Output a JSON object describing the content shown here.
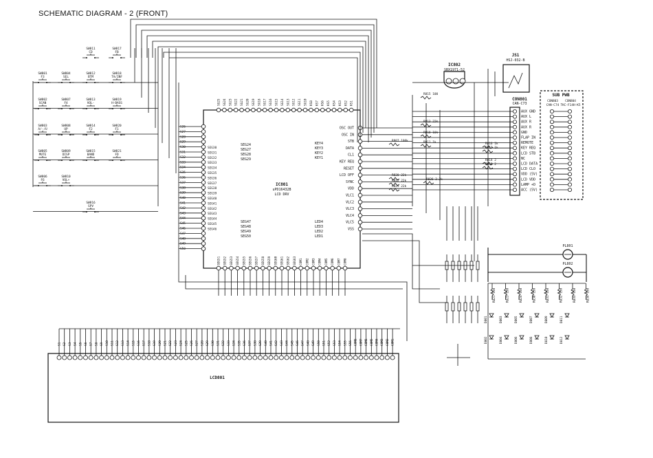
{
  "title": "SCHEMATIC DIAGRAM - 2 (FRONT)",
  "switches": [
    {
      "ref": "SW811",
      "name": "CD"
    },
    {
      "ref": "SW817",
      "name": "FB"
    },
    {
      "ref": "SW801",
      "name": "F3"
    },
    {
      "ref": "SW804",
      "name": "SEL"
    },
    {
      "ref": "SW812",
      "name": "BTM"
    },
    {
      "ref": "SW818",
      "name": "TA/INF"
    },
    {
      "ref": "SW802",
      "name": "SCAN"
    },
    {
      "ref": "SW807",
      "name": "F4"
    },
    {
      "ref": "SW813",
      "name": "VOL-"
    },
    {
      "ref": "SW819",
      "name": "H-BASS"
    },
    {
      "ref": "SW803",
      "name": "A/-/U"
    },
    {
      "ref": "SW808",
      "name": "UP"
    },
    {
      "ref": "SW814",
      "name": "F2"
    },
    {
      "ref": "SW820",
      "name": "F1"
    },
    {
      "ref": "SW805",
      "name": "MUTE"
    },
    {
      "ref": "SW809",
      "name": "DISP"
    },
    {
      "ref": "SW815",
      "name": "BAND"
    },
    {
      "ref": "SW821",
      "name": "FD"
    },
    {
      "ref": "SW806",
      "name": "F6"
    },
    {
      "ref": "SW810",
      "name": "VOL+"
    },
    {
      "ref": "SW816",
      "name": "SPV"
    }
  ],
  "ic801": {
    "ref": "IC801",
    "part": "uPD16432B",
    "desc": "LCD DRV",
    "top_pins": [
      "SG25",
      "SG24",
      "SG23",
      "SG22",
      "SG21",
      "SG20",
      "SG19",
      "SG18",
      "SG17",
      "SG16",
      "SG15",
      "SG14",
      "SG13",
      "SG12",
      "SG11",
      "SG10",
      "KS8",
      "KS7",
      "KS6",
      "KS5",
      "KS4",
      "KS3",
      "KS2",
      "KS1"
    ],
    "left_pins": [
      "S26",
      "S27",
      "S28",
      "S29",
      "S30",
      "S31",
      "S32",
      "S33",
      "S34",
      "S35",
      "S36",
      "S37",
      "S38",
      "S39",
      "S40",
      "S41",
      "S42",
      "S43",
      "S44",
      "S45",
      "S46",
      "S47",
      "S48",
      "S49",
      "S50"
    ],
    "right_pins": [
      "OSC OUT",
      "OSC IN",
      "STB",
      "DATA",
      "CL1",
      "KEY REQ",
      "RESET",
      "LCD OFF",
      "SYNC",
      "VDD",
      "VLC1",
      "VLC2",
      "VLC3",
      "VLC4",
      "VLC5",
      "VSS"
    ],
    "bottom_pins": [
      "SEG51",
      "SEG52",
      "SEG53",
      "SEG54",
      "SEG55",
      "SEG56",
      "SEG57",
      "SEG58",
      "SEG59",
      "SEG60",
      "SEG61",
      "SEG62",
      "SEG63",
      "COM1",
      "COM2",
      "COM3",
      "COM4",
      "COM5",
      "COM6",
      "COM7",
      "COM8"
    ],
    "inner_left": [
      "SEG24",
      "SEG27",
      "SEG28",
      "SEG29"
    ],
    "inner_left2": [
      "SEG47",
      "SEG48",
      "SEG49",
      "SEG50"
    ],
    "inner_right": [
      "KEY4",
      "KEY3",
      "KEY2",
      "KEY1"
    ],
    "inner_right2": [
      "LED4",
      "LED3",
      "LED2",
      "LED1"
    ],
    "left_stack": [
      "SEG30",
      "SEG31",
      "SEG32",
      "SEG33",
      "SEG34",
      "SEG35",
      "SEG36",
      "SEG37",
      "SEG38",
      "SEG39",
      "SEG40",
      "SEG41",
      "SEG42",
      "SEG43",
      "SEG44",
      "SEG45",
      "SEG46"
    ]
  },
  "ic802": {
    "ref": "IC802",
    "part": "SBX1971-52"
  },
  "js1": {
    "ref": "JS1",
    "part": "HSJ-032-B"
  },
  "cn801": {
    "ref": "CON801",
    "part": "CAN-C73",
    "pins": [
      "AUX GND",
      "AUX L",
      "AUX R",
      "AUX R",
      "GND",
      "FLAP IN",
      "REMOTE",
      "KEY REQ",
      "LCD STB",
      "NC",
      "LCD DATA",
      "LCD CLO",
      "VDD (5V)",
      "LCD VDD",
      "LAMP +D",
      "ACC (5V)"
    ]
  },
  "subpwb": {
    "title": "SUB PWB",
    "con803": "CON803",
    "con804": "CON804",
    "con803_part": "CAN-C74",
    "con804_part": "TKC-F14H-K5"
  },
  "resistors": [
    "R815 100",
    "R813 22k",
    "R818 10k",
    "R811 1k",
    "R816 1k",
    "R817 1k",
    "R814 2",
    "R819 2",
    "R820 22k",
    "R822 22k",
    "R829 22k",
    "R826 2.2k",
    "R807 100k"
  ],
  "lamps": [
    "PL801",
    "PL802"
  ],
  "leds_row1": [
    "D801",
    "D803",
    "D805",
    "D807",
    "D809",
    "D811"
  ],
  "leds_row2": [
    "D802",
    "D804",
    "D806",
    "D808",
    "D810",
    "D812"
  ],
  "led_res": [
    "R821 150",
    "R823 150",
    "R824 150",
    "R830 150",
    "R831 150",
    "R832 150",
    "R833 150",
    "R834 150"
  ],
  "lcd": {
    "ref": "LCD801",
    "pins": [
      "S1",
      "S2",
      "S3",
      "S4",
      "S5",
      "S6",
      "S7",
      "S8",
      "S9",
      "S10",
      "S11",
      "S12",
      "S13",
      "S14",
      "S15",
      "S16",
      "S17",
      "S18",
      "S19",
      "S20",
      "S21",
      "S22",
      "S23",
      "S24",
      "S25",
      "S26",
      "S27",
      "S28",
      "S29",
      "S30",
      "S31",
      "S32",
      "S33",
      "S34",
      "S35",
      "S36",
      "S37",
      "S38",
      "S39",
      "S40",
      "S41",
      "S42",
      "S43",
      "S44",
      "S45",
      "S46",
      "S47",
      "S48",
      "S49",
      "S50",
      "S51",
      "S52",
      "S53",
      "S54",
      "S55",
      "S56",
      "COM8",
      "COM7",
      "COM6",
      "COM5",
      "COM4",
      "COM3",
      "COM2",
      "COM1"
    ]
  }
}
